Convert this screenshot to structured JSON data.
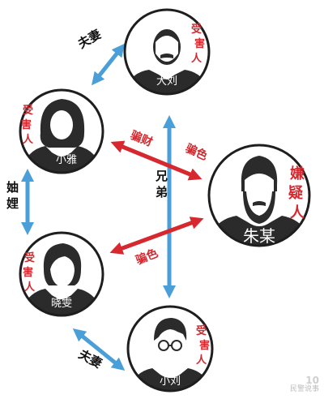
{
  "people": {
    "daliu": {
      "name": "大刘",
      "role": "受害人"
    },
    "xiaoya": {
      "name": "小雅",
      "role": "受害人"
    },
    "zhumou": {
      "name": "朱某",
      "role": "嫌疑人"
    },
    "xiaowen": {
      "name": "晓雯",
      "role": "受害人"
    },
    "xiaoliu": {
      "name": "小刘",
      "role": "受害人"
    }
  },
  "relations": {
    "top_spouse": "夫妻",
    "sisters_in_law": "妯娌",
    "brothers": "兄弟",
    "bottom_spouse": "夫妻",
    "scam_money": "骗财",
    "scam_sex_top": "骗色",
    "scam_sex_bottom": "骗色"
  },
  "watermark": {
    "line1": "10",
    "line2": "民警说事"
  },
  "colors": {
    "red": "#d7282f",
    "blue": "#4a9fd8",
    "ring": "#1e1e1e",
    "silhouette": "#2b2b2b"
  }
}
